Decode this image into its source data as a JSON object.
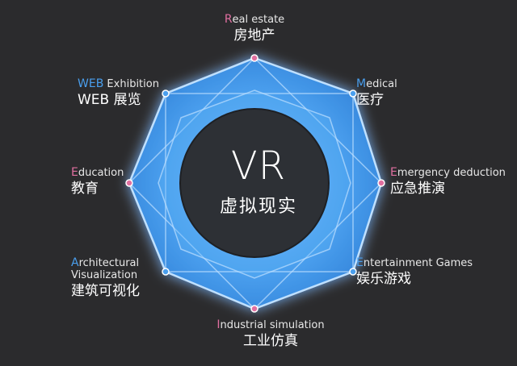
{
  "center": {
    "title": "VR",
    "subtitle": "虚拟现实"
  },
  "colors": {
    "background": "#2b2b2d",
    "octagon": "#4a9fee",
    "center_circle": "#2d3035",
    "accent_pink": "#e06fa0",
    "accent_blue": "#4a9fee"
  },
  "nodes": [
    {
      "id": "real-estate",
      "first": "R",
      "rest": "eal estate",
      "zh": "房地产",
      "accent": "pink"
    },
    {
      "id": "medical",
      "first": "M",
      "rest": "edical",
      "zh": "医疗",
      "accent": "blue"
    },
    {
      "id": "emergency",
      "first": "E",
      "rest": "mergency deduction",
      "zh": "应急推演",
      "accent": "pink"
    },
    {
      "id": "entertainment",
      "first": "E",
      "rest": "ntertainment Games",
      "zh": "娱乐游戏",
      "accent": "blue"
    },
    {
      "id": "industrial",
      "first": "I",
      "rest": "ndustrial simulation",
      "zh": "工业仿真",
      "accent": "pink"
    },
    {
      "id": "architectural",
      "first": "A",
      "rest": "rchitectural",
      "rest2": "Visualization",
      "zh": "建筑可视化",
      "accent": "blue"
    },
    {
      "id": "education",
      "first": "E",
      "rest": "ducation",
      "zh": "教育",
      "accent": "pink"
    },
    {
      "id": "web",
      "first": "WEB",
      "rest": " Exhibition",
      "zh": "WEB 展览",
      "accent": "blue"
    }
  ]
}
